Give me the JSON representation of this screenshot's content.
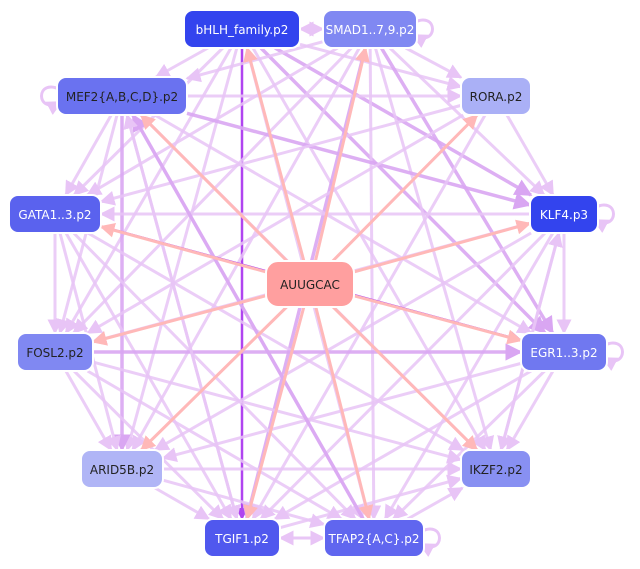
{
  "center": {
    "id": "center",
    "label": "AUUGCAC",
    "fill": "#ff9f9f",
    "text_color": "#222222"
  },
  "nodes": [
    {
      "id": "bhlh",
      "label": "bHLH_family.p2",
      "fill": "#3344ee",
      "text_color": "#ffffff"
    },
    {
      "id": "smad",
      "label": "SMAD1..7,9.p2",
      "fill": "#8088f2",
      "text_color": "#ffffff"
    },
    {
      "id": "rora",
      "label": "RORA.p2",
      "fill": "#aab0f6",
      "text_color": "#222222"
    },
    {
      "id": "klf4",
      "label": "KLF4.p3",
      "fill": "#3344ee",
      "text_color": "#ffffff"
    },
    {
      "id": "egr",
      "label": "EGR1..3.p2",
      "fill": "#7078f0",
      "text_color": "#ffffff"
    },
    {
      "id": "ikzf2",
      "label": "IKZF2.p2",
      "fill": "#8890f2",
      "text_color": "#222222"
    },
    {
      "id": "tfap2",
      "label": "TFAP2{A,C}.p2",
      "fill": "#6066ef",
      "text_color": "#ffffff"
    },
    {
      "id": "tgif1",
      "label": "TGIF1.p2",
      "fill": "#5058ee",
      "text_color": "#ffffff"
    },
    {
      "id": "arid5b",
      "label": "ARID5B.p2",
      "fill": "#b0b5f6",
      "text_color": "#222222"
    },
    {
      "id": "fosl2",
      "label": "FOSL2.p2",
      "fill": "#8088f2",
      "text_color": "#222222"
    },
    {
      "id": "gata",
      "label": "GATA1..3.p2",
      "fill": "#5a62ee",
      "text_color": "#ffffff"
    },
    {
      "id": "mef2",
      "label": "MEF2{A,B,C,D}.p2",
      "fill": "#6a72f0",
      "text_color": "#222222"
    }
  ],
  "colors": {
    "edge_light": "#e8c4f6",
    "edge_mid": "#d9a6f2",
    "edge_strong": "#b044f0",
    "edge_center": "#ffb8b8",
    "node_stroke": "#ffffff"
  },
  "edges_center": [
    "bhlh",
    "smad",
    "rora",
    "klf4",
    "egr",
    "ikzf2",
    "tfap2",
    "tgif1",
    "arid5b",
    "fosl2",
    "gata",
    "mef2"
  ],
  "edges": [
    [
      "bhlh",
      "smad",
      "l"
    ],
    [
      "smad",
      "bhlh",
      "l"
    ],
    [
      "bhlh",
      "mef2",
      "l"
    ],
    [
      "bhlh",
      "rora",
      "l"
    ],
    [
      "bhlh",
      "klf4",
      "m"
    ],
    [
      "bhlh",
      "egr",
      "m"
    ],
    [
      "bhlh",
      "ikzf2",
      "l"
    ],
    [
      "bhlh",
      "tfap2",
      "l"
    ],
    [
      "bhlh",
      "tgif1",
      "s"
    ],
    [
      "bhlh",
      "arid5b",
      "l"
    ],
    [
      "bhlh",
      "fosl2",
      "l"
    ],
    [
      "bhlh",
      "gata",
      "l"
    ],
    [
      "smad",
      "mef2",
      "l"
    ],
    [
      "smad",
      "rora",
      "l"
    ],
    [
      "smad",
      "klf4",
      "l"
    ],
    [
      "smad",
      "egr",
      "m"
    ],
    [
      "smad",
      "ikzf2",
      "l"
    ],
    [
      "smad",
      "tfap2",
      "l"
    ],
    [
      "smad",
      "tgif1",
      "m"
    ],
    [
      "smad",
      "arid5b",
      "l"
    ],
    [
      "smad",
      "fosl2",
      "l"
    ],
    [
      "smad",
      "gata",
      "l"
    ],
    [
      "mef2",
      "rora",
      "l"
    ],
    [
      "mef2",
      "klf4",
      "m"
    ],
    [
      "mef2",
      "egr",
      "l"
    ],
    [
      "mef2",
      "ikzf2",
      "l"
    ],
    [
      "mef2",
      "tfap2",
      "l"
    ],
    [
      "mef2",
      "tgif1",
      "l"
    ],
    [
      "mef2",
      "arid5b",
      "m"
    ],
    [
      "mef2",
      "fosl2",
      "l"
    ],
    [
      "mef2",
      "gata",
      "l"
    ],
    [
      "rora",
      "klf4",
      "l"
    ],
    [
      "rora",
      "gata",
      "l"
    ],
    [
      "rora",
      "tgif1",
      "l"
    ],
    [
      "rora",
      "fosl2",
      "l"
    ],
    [
      "klf4",
      "gata",
      "l"
    ],
    [
      "klf4",
      "fosl2",
      "l"
    ],
    [
      "klf4",
      "tgif1",
      "l"
    ],
    [
      "klf4",
      "arid5b",
      "l"
    ],
    [
      "klf4",
      "egr",
      "l"
    ],
    [
      "klf4",
      "ikzf2",
      "l"
    ],
    [
      "klf4",
      "tfap2",
      "l"
    ],
    [
      "gata",
      "egr",
      "s"
    ],
    [
      "gata",
      "fosl2",
      "l"
    ],
    [
      "gata",
      "arid5b",
      "l"
    ],
    [
      "gata",
      "tgif1",
      "l"
    ],
    [
      "gata",
      "tfap2",
      "l"
    ],
    [
      "gata",
      "ikzf2",
      "l"
    ],
    [
      "fosl2",
      "egr",
      "m"
    ],
    [
      "fosl2",
      "tgif1",
      "l"
    ],
    [
      "fosl2",
      "tfap2",
      "l"
    ],
    [
      "fosl2",
      "ikzf2",
      "l"
    ],
    [
      "fosl2",
      "arid5b",
      "l"
    ],
    [
      "egr",
      "tgif1",
      "l"
    ],
    [
      "egr",
      "tfap2",
      "l"
    ],
    [
      "egr",
      "ikzf2",
      "l"
    ],
    [
      "egr",
      "arid5b",
      "l"
    ],
    [
      "arid5b",
      "tgif1",
      "l"
    ],
    [
      "arid5b",
      "tfap2",
      "l"
    ],
    [
      "arid5b",
      "ikzf2",
      "l"
    ],
    [
      "tgif1",
      "tfap2",
      "l"
    ],
    [
      "tfap2",
      "tgif1",
      "l"
    ],
    [
      "tgif1",
      "ikzf2",
      "l"
    ],
    [
      "tfap2",
      "ikzf2",
      "l"
    ],
    [
      "ikzf2",
      "klf4",
      "l"
    ],
    [
      "tfap2",
      "mef2",
      "m"
    ],
    [
      "tgif1",
      "mef2",
      "l"
    ]
  ],
  "self_loops": [
    "smad",
    "mef2",
    "klf4",
    "egr",
    "tfap2"
  ]
}
